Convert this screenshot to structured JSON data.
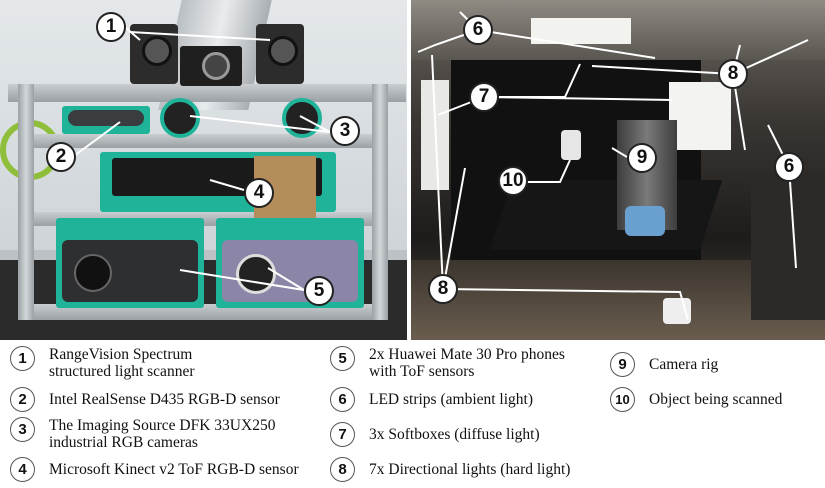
{
  "markers": {
    "left": [
      "1",
      "2",
      "3",
      "4",
      "5"
    ],
    "right": [
      "6",
      "7",
      "8",
      "9",
      "10",
      "8",
      "6"
    ]
  },
  "legend": [
    {
      "num": "1",
      "lines": [
        "RangeVision Spectrum",
        "structured light scanner"
      ]
    },
    {
      "num": "2",
      "lines": [
        "Intel RealSense D435 RGB-D sensor"
      ]
    },
    {
      "num": "3",
      "lines": [
        "The Imaging Source DFK 33UX250",
        "industrial RGB cameras"
      ]
    },
    {
      "num": "4",
      "lines": [
        "Microsoft Kinect v2 ToF RGB-D sensor"
      ]
    },
    {
      "num": "5",
      "lines": [
        "2x Huawei Mate 30 Pro phones",
        "with ToF sensors"
      ]
    },
    {
      "num": "6",
      "lines": [
        "LED strips (ambient light)"
      ]
    },
    {
      "num": "7",
      "lines": [
        "3x Softboxes (diffuse light)"
      ]
    },
    {
      "num": "8",
      "lines": [
        "7x Directional lights (hard light)"
      ]
    },
    {
      "num": "9",
      "lines": [
        "Camera rig"
      ]
    },
    {
      "num": "10",
      "lines": [
        "Object being scanned"
      ]
    }
  ],
  "colors": {
    "accent": "#1fb39a",
    "frame": "#9aa0a4",
    "label_bg": "#ffffff"
  }
}
